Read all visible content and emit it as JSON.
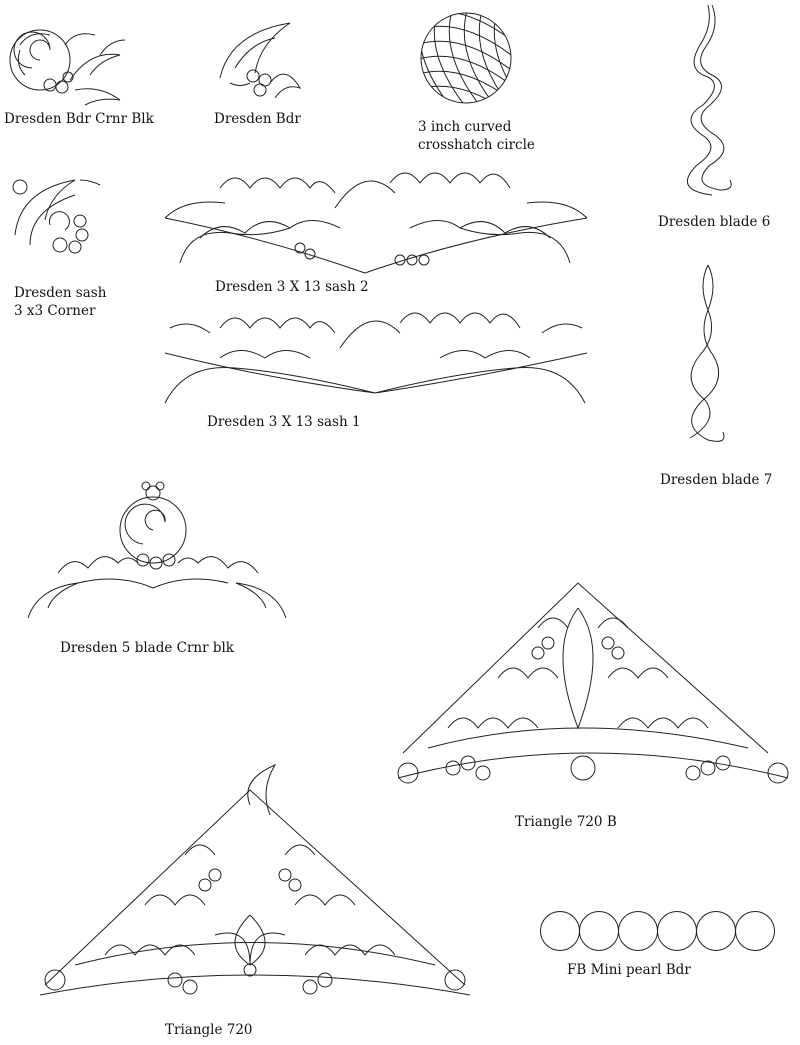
{
  "designs": [
    {
      "label": "Dresden Bdr Crnr Blk"
    },
    {
      "label": "Dresden Bdr"
    },
    {
      "label_line1": "3 inch curved",
      "label_line2": "crosshatch circle"
    },
    {
      "label": "Dresden blade 6"
    },
    {
      "label_line1": "Dresden sash",
      "label_line2": "3 x3 Corner"
    },
    {
      "label": "Dresden 3 X 13 sash 2"
    },
    {
      "label": "Dresden 3 X 13 sash 1"
    },
    {
      "label": "Dresden blade 7"
    },
    {
      "label": "Dresden 5 blade Crnr blk"
    },
    {
      "label": "Triangle 720 B"
    },
    {
      "label": "FB Mini pearl Bdr"
    },
    {
      "label": "Triangle 720"
    }
  ]
}
